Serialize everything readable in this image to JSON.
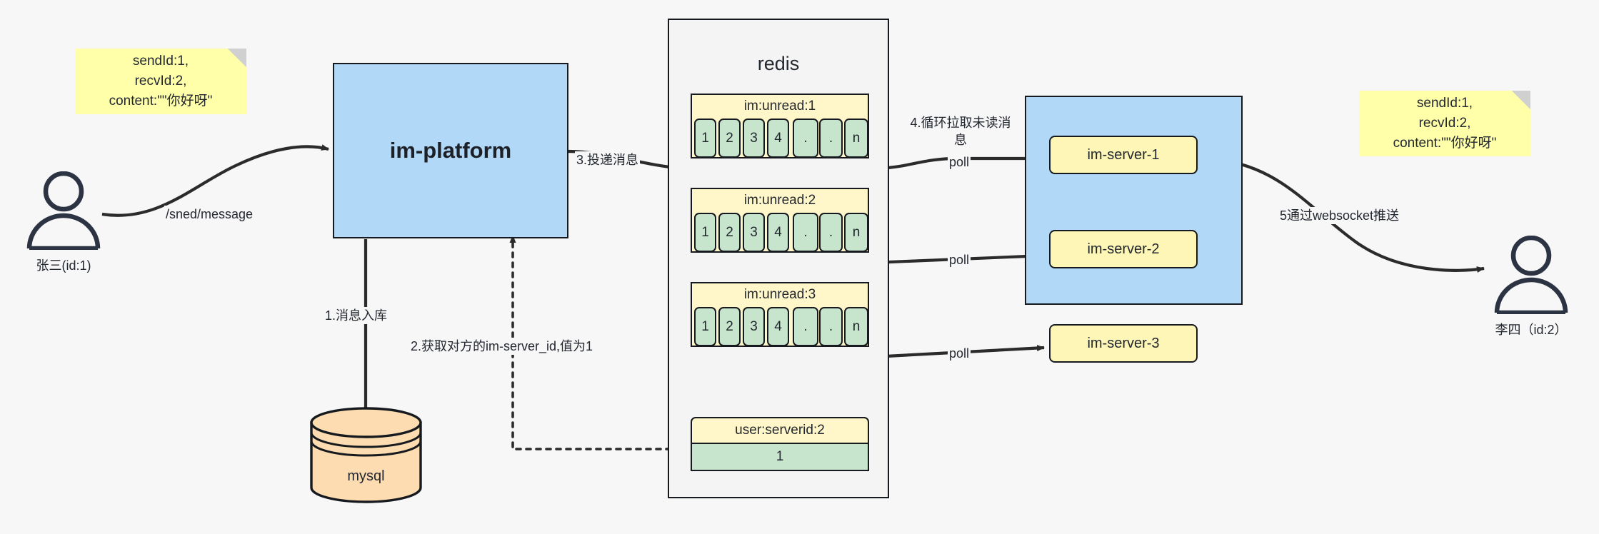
{
  "diagram": {
    "title": "IM message delivery architecture",
    "colors": {
      "background": "#f7f7f7",
      "sticky": "#ffffaa",
      "blue_box": "#b1d9f7",
      "queue_yellow": "#fff6c9",
      "cell_green": "#c7e5cd",
      "server_yellow": "#fdf6b6",
      "db_orange": "#fcdcb0",
      "stroke": "#16191d"
    }
  },
  "actors": {
    "sender": {
      "name": "sender-user",
      "label": "张三(id:1)",
      "icon": "user-icon"
    },
    "receiver": {
      "name": "receiver-user",
      "label": "李四（id:2）",
      "icon": "user-icon"
    }
  },
  "sticky_notes": [
    {
      "id": "left-note",
      "text": "sendId:1,\nrecvId:2,\ncontent:\"\"你好呀\""
    },
    {
      "id": "right-note",
      "text": "sendId:1,\nrecvId:2,\ncontent:\"\"你好呀\""
    }
  ],
  "platform": {
    "label": "im-platform"
  },
  "database": {
    "label": "mysql"
  },
  "redis": {
    "title": "redis",
    "queues": [
      {
        "key": "im:unread:1",
        "cells": [
          "1",
          "2",
          "3",
          "4",
          ".",
          ".",
          "n"
        ]
      },
      {
        "key": "im:unread:2",
        "cells": [
          "1",
          "2",
          "3",
          "4",
          ".",
          ".",
          "n"
        ]
      },
      {
        "key": "im:unread:3",
        "cells": [
          "1",
          "2",
          "3",
          "4",
          ".",
          ".",
          "n"
        ]
      }
    ],
    "kv": {
      "key": "user:serverid:2",
      "value": "1"
    }
  },
  "server_cluster": {
    "servers": [
      {
        "label": "im-server-1"
      },
      {
        "label": "im-server-2"
      },
      {
        "label": "im-server-3"
      }
    ]
  },
  "edge_labels": {
    "send_message": "/sned/message",
    "step1": "1.消息入库",
    "step2": "2.获取对方的im-server_id,值为1",
    "step3": "3.投递消息",
    "step4": "4.循环拉取未读消\n息",
    "poll1": "poll",
    "poll2": "poll",
    "poll3": "poll",
    "step5": "5通过websocket推送"
  }
}
